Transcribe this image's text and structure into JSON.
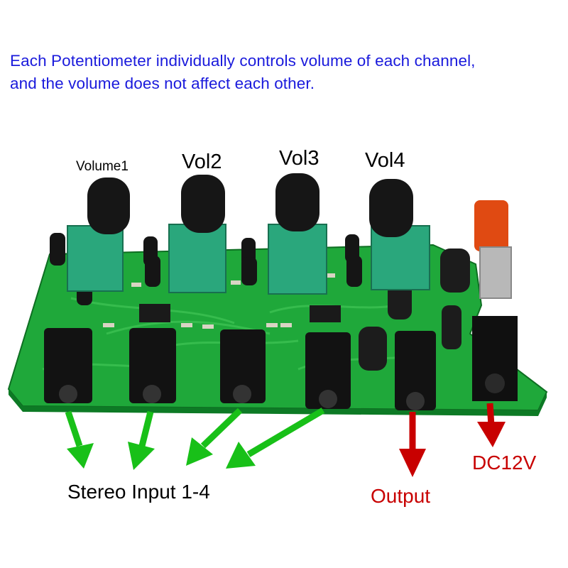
{
  "caption": {
    "line1": "Each Potentiometer individually controls volume of each channel,",
    "line2": "and the volume does not affect each other."
  },
  "knob_labels": {
    "vol1": "Volume1",
    "vol2": "Vol2",
    "vol3": "Vol3",
    "vol4": "Vol4"
  },
  "bottom_labels": {
    "stereo_input": "Stereo Input 1-4",
    "output": "Output",
    "dc": "DC12V"
  },
  "colors": {
    "caption": "#1a1adc",
    "input_arrows": "#18c018",
    "output_arrows": "#c80000",
    "pcb": "#1fa83a",
    "potentiometer": "#2aa77c"
  }
}
